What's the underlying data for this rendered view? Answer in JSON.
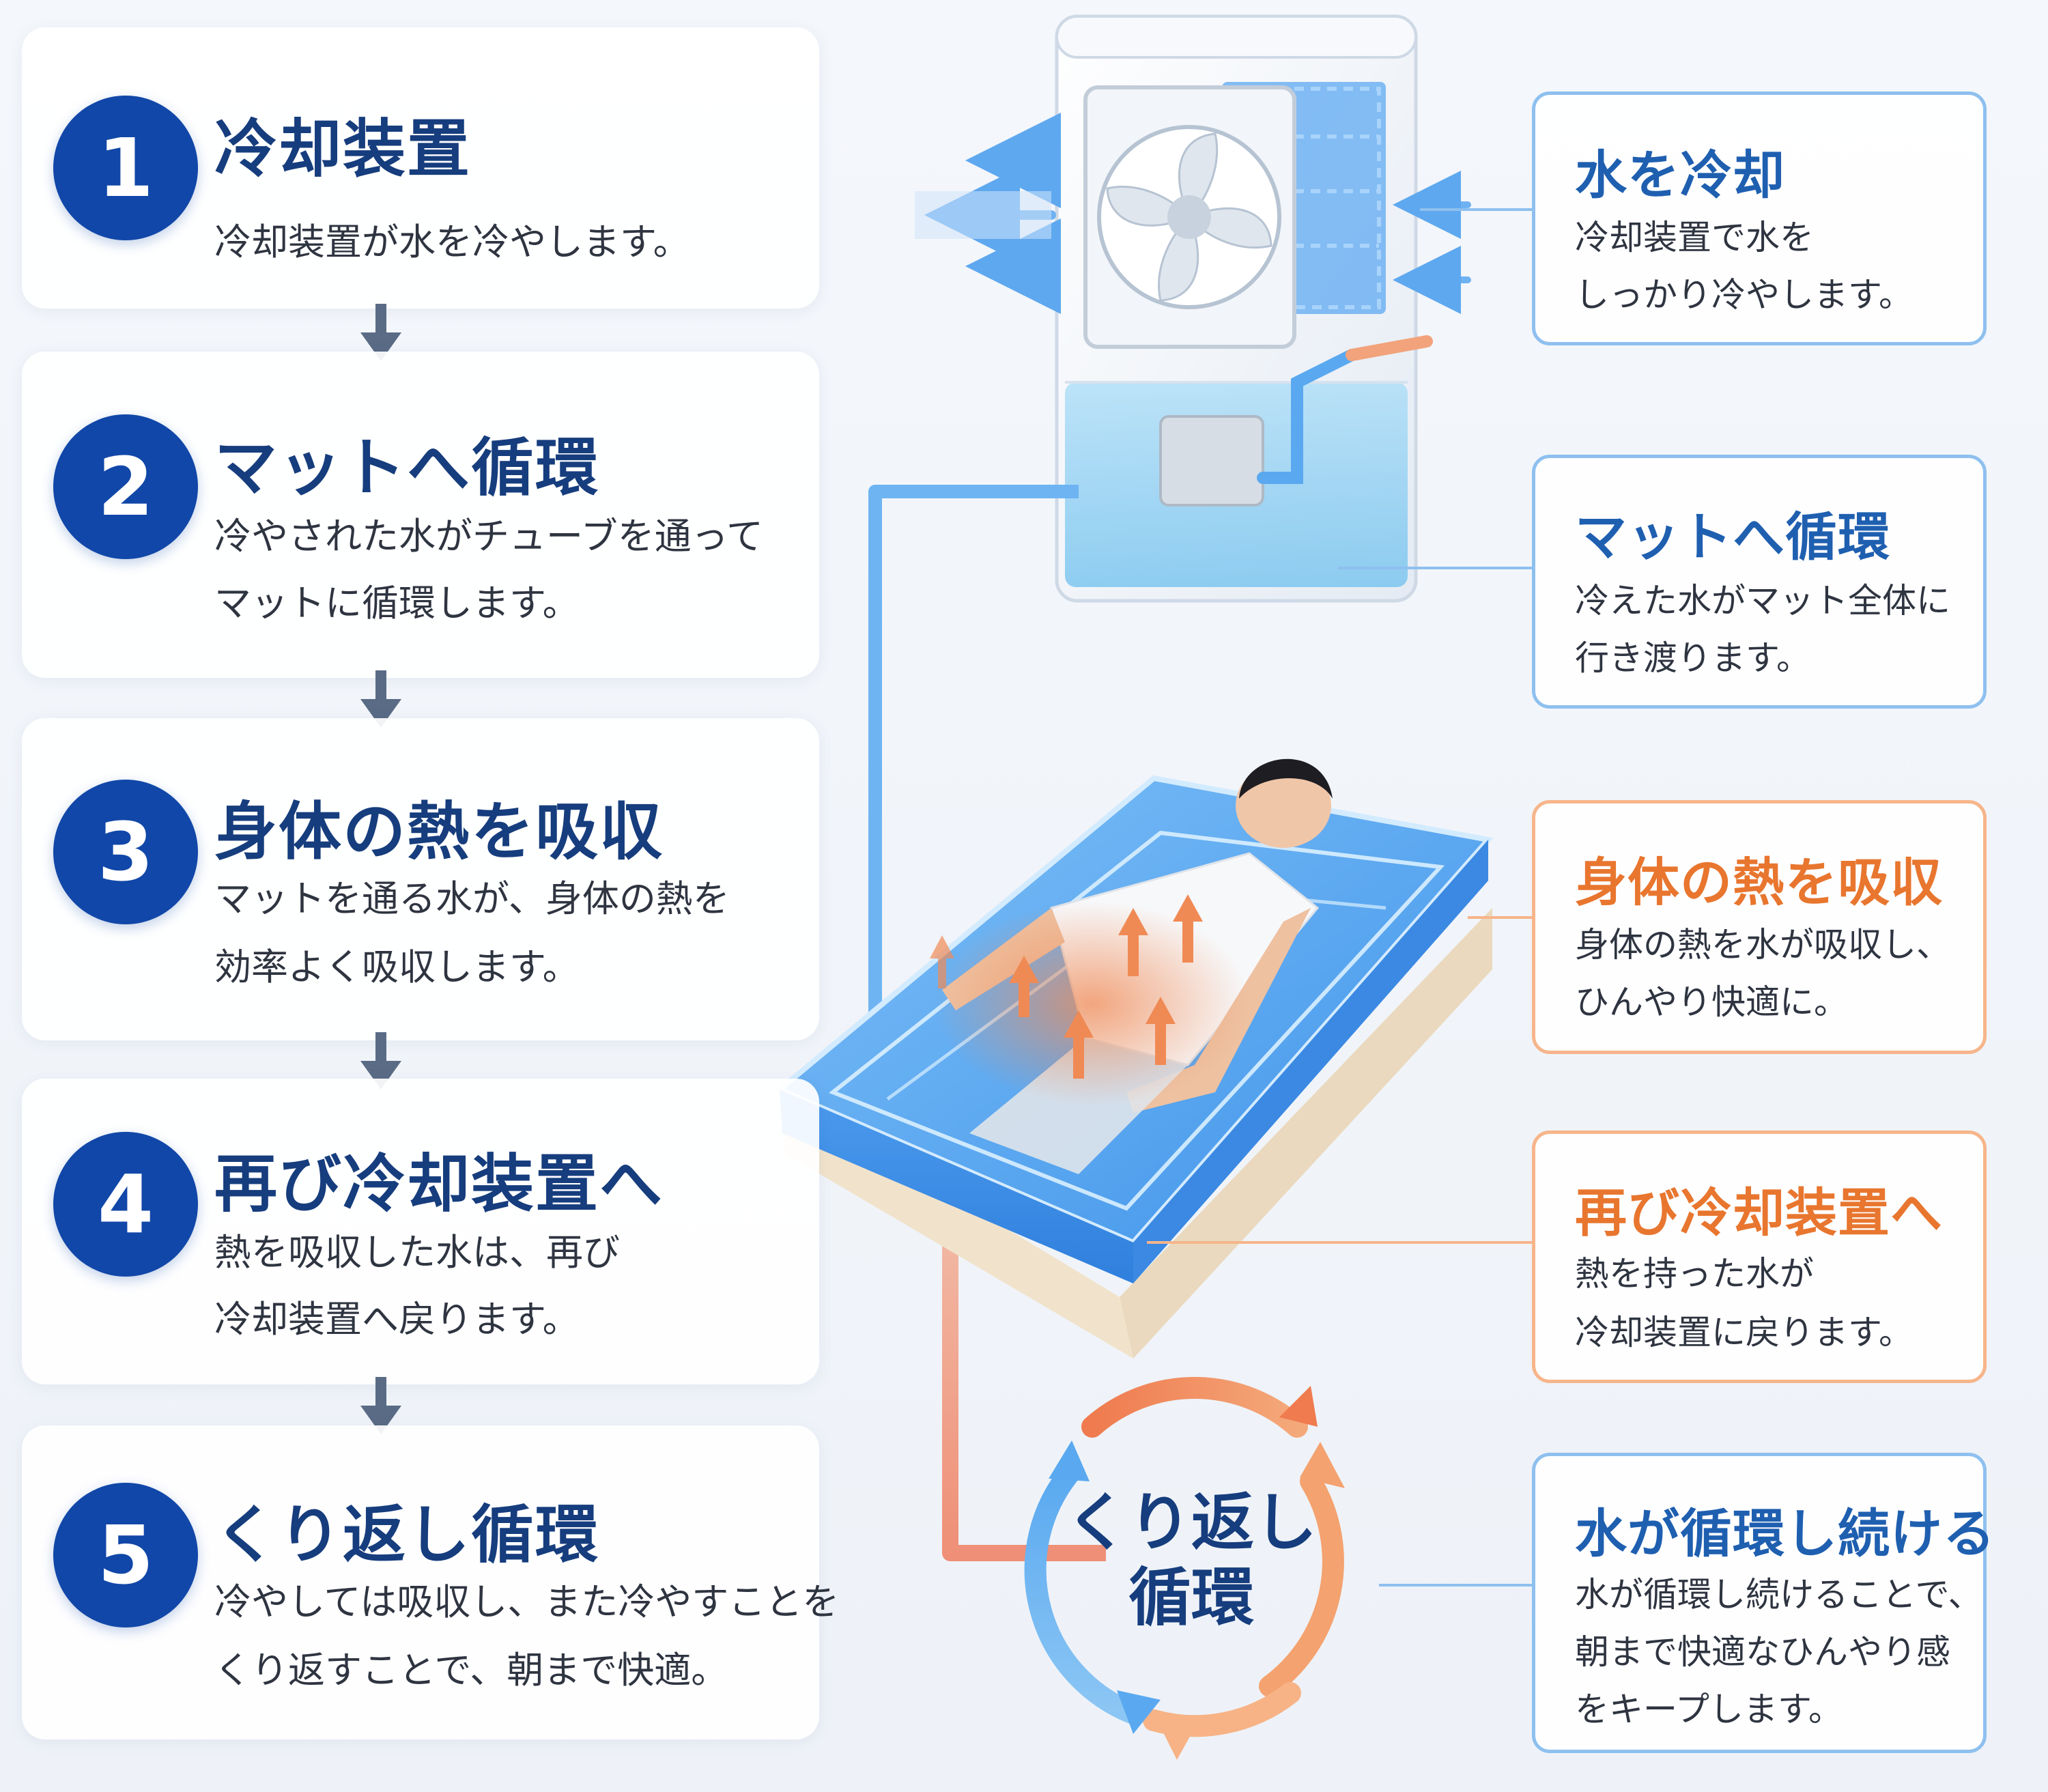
{
  "steps": [
    {
      "number": "1",
      "title": "冷却装置",
      "lines": [
        "冷却装置が水を冷やします。"
      ]
    },
    {
      "number": "2",
      "title": "マットへ循環",
      "lines": [
        "冷やされた水がチューブを通って",
        "マットに循環します。"
      ]
    },
    {
      "number": "3",
      "title": "身体の熱を吸収",
      "lines": [
        "マットを通る水が、身体の熱を",
        "効率よく吸収します。"
      ]
    },
    {
      "number": "4",
      "title": "再び冷却装置へ",
      "lines": [
        "熱を吸収した水は、再び",
        "冷却装置へ戻ります。"
      ]
    },
    {
      "number": "5",
      "title": "くり返し循環",
      "lines": [
        "冷やしては吸収し、また冷やすことを",
        "くり返すことで、朝まで快適。"
      ]
    }
  ],
  "callouts": [
    {
      "title": "水を冷却",
      "lines": [
        "冷却装置で水を",
        "しっかり冷やします。"
      ],
      "tone": "cool"
    },
    {
      "title": "マットへ循環",
      "lines": [
        "冷えた水がマット全体に",
        "行き渡ります。"
      ],
      "tone": "cool"
    },
    {
      "title": "身体の熱を吸収",
      "lines": [
        "身体の熱を水が吸収し、",
        "ひんやり快適に。"
      ],
      "tone": "warm"
    },
    {
      "title": "再び冷却装置へ",
      "lines": [
        "熱を持った水が",
        "冷却装置に戻ります。"
      ],
      "tone": "warm"
    },
    {
      "title": "水が循環し続ける",
      "lines": [
        "水が循環し続けることで、",
        "朝まで快適なひんやり感",
        "をキープします。"
      ],
      "tone": "cool"
    }
  ],
  "cycle": {
    "line1": "くり返し",
    "line2": "循環"
  },
  "colors": {
    "step_circle": "#1147a8",
    "title_navy": "#163d7d",
    "cool_blue": "#1f5fb0",
    "cool_border": "#8ec0ef",
    "warm_orange": "#e8762f",
    "warm_border": "#f6b58a",
    "arrow_gray": "#5a6b85"
  },
  "icons": [
    "fan-icon",
    "chevron-down-icon",
    "cycle-arrows-icon",
    "heat-arrow-icon"
  ]
}
